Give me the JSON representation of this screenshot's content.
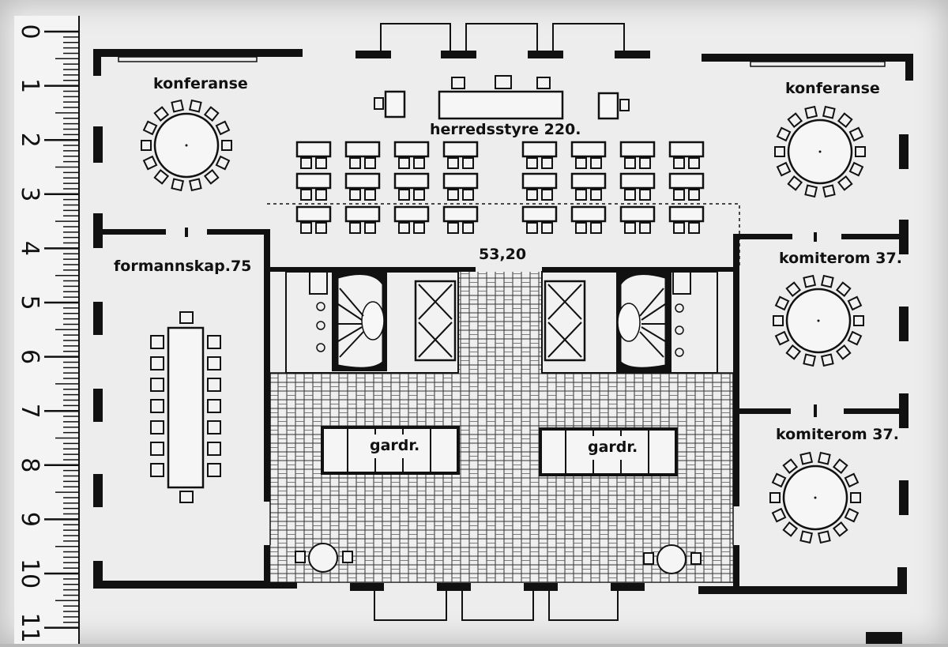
{
  "rooms": {
    "konferanse_left": "konferanse",
    "konferanse_right": "konferanse",
    "herredsstyre": "herredsstyre 220.",
    "formannskap": "formannskap.75",
    "komiterom_upper": "komiterom 37.",
    "komiterom_lower": "komiterom 37.",
    "gardr_left": "gardr.",
    "gardr_right": "gardr."
  },
  "dimension": "53,20",
  "ruler": {
    "numbers": [
      "0",
      "1",
      "2",
      "3",
      "4",
      "5",
      "6",
      "7",
      "8",
      "9",
      "10",
      "11"
    ]
  }
}
